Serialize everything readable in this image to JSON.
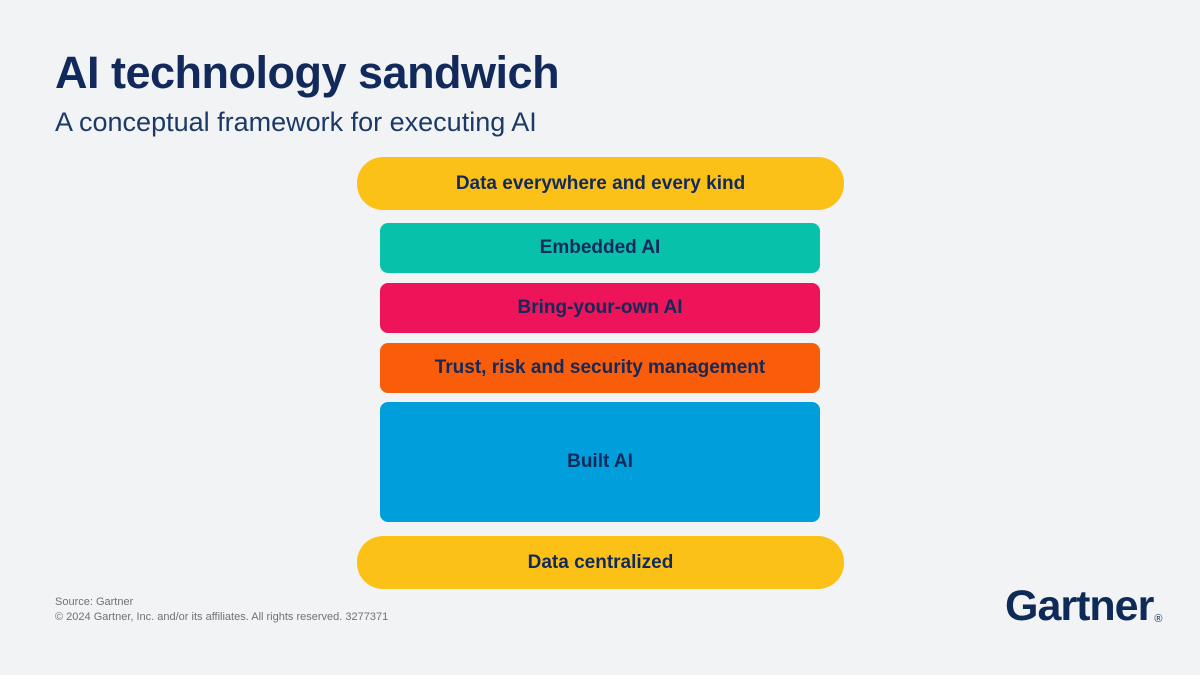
{
  "header": {
    "title": "AI technology sandwich",
    "subtitle": "A conceptual framework for executing AI"
  },
  "diagram": {
    "layers": [
      {
        "label": "Data everywhere and every kind",
        "color": "#FCC117",
        "shape": "bread-top"
      },
      {
        "label": "Embedded AI",
        "color": "#08C1AB",
        "shape": "filling"
      },
      {
        "label": "Bring-your-own AI",
        "color": "#ED145A",
        "shape": "filling"
      },
      {
        "label": "Trust, risk and security management",
        "color": "#F95D09",
        "shape": "filling"
      },
      {
        "label": "Built AI",
        "color": "#009FDB",
        "shape": "filling-tall"
      },
      {
        "label": "Data centralized",
        "color": "#FCC117",
        "shape": "bread-bottom"
      }
    ],
    "label_color": "#12295B"
  },
  "footer": {
    "source": "Source: Gartner",
    "copyright": "© 2024 Gartner, Inc. and/or its affiliates. All rights reserved. 3277371",
    "logo_text": "Gartner",
    "logo_reg_mark": "®"
  },
  "colors": {
    "background": "#F2F3F4",
    "title_text": "#12295B",
    "subtitle_text": "#1B3A66",
    "footer_text": "#6F7276",
    "logo_text": "#0E2A56"
  }
}
